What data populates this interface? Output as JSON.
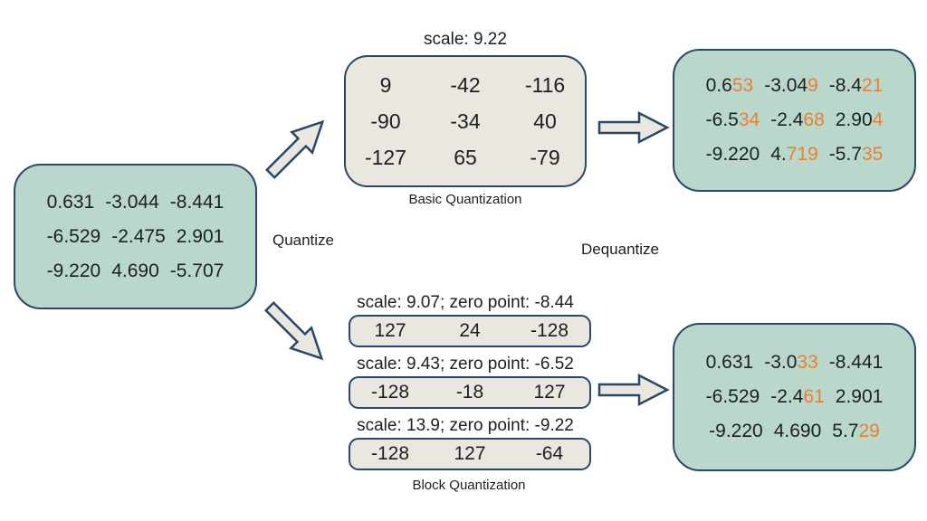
{
  "colors": {
    "green": "#b9d8cb",
    "gray": "#e9e7e0",
    "navy": "#2a4766",
    "orange": "#ed7d31",
    "ink": "#1e1e1e"
  },
  "labels": {
    "quantize": "Quantize",
    "dequantize": "Dequantize",
    "basic_scale": "scale: 9.22",
    "basic_caption": "Basic Quantization",
    "block_caption": "Block Quantization"
  },
  "matrices": {
    "original": [
      [
        [
          {
            "t": "0.631"
          }
        ],
        [
          {
            "t": "-3.044"
          }
        ],
        [
          {
            "t": "-8.441"
          }
        ]
      ],
      [
        [
          {
            "t": "-6.529"
          }
        ],
        [
          {
            "t": "-2.475"
          }
        ],
        [
          {
            "t": "2.901"
          }
        ]
      ],
      [
        [
          {
            "t": "-9.220"
          }
        ],
        [
          {
            "t": "4.690"
          }
        ],
        [
          {
            "t": "-5.707"
          }
        ]
      ]
    ],
    "basic_quantized": [
      [
        [
          {
            "t": "9"
          }
        ],
        [
          {
            "t": "-42"
          }
        ],
        [
          {
            "t": "-116"
          }
        ]
      ],
      [
        [
          {
            "t": "-90"
          }
        ],
        [
          {
            "t": "-34"
          }
        ],
        [
          {
            "t": "40"
          }
        ]
      ],
      [
        [
          {
            "t": "-127"
          }
        ],
        [
          {
            "t": "65"
          }
        ],
        [
          {
            "t": "-79"
          }
        ]
      ]
    ],
    "basic_dequantized": [
      [
        [
          {
            "t": "0.6"
          },
          {
            "t": "53",
            "hl": true
          }
        ],
        [
          {
            "t": "-3.04"
          },
          {
            "t": "9",
            "hl": true
          }
        ],
        [
          {
            "t": "-8.4"
          },
          {
            "t": "21",
            "hl": true
          }
        ]
      ],
      [
        [
          {
            "t": "-6.5"
          },
          {
            "t": "34",
            "hl": true
          }
        ],
        [
          {
            "t": "-2.4"
          },
          {
            "t": "68",
            "hl": true
          }
        ],
        [
          {
            "t": "2.90"
          },
          {
            "t": "4",
            "hl": true
          }
        ]
      ],
      [
        [
          {
            "t": "-9.220"
          }
        ],
        [
          {
            "t": "4."
          },
          {
            "t": "719",
            "hl": true
          }
        ],
        [
          {
            "t": "-5.7"
          },
          {
            "t": "35",
            "hl": true
          }
        ]
      ]
    ],
    "block_dequantized": [
      [
        [
          {
            "t": "0.631"
          }
        ],
        [
          {
            "t": "-3.0"
          },
          {
            "t": "33",
            "hl": true
          }
        ],
        [
          {
            "t": "-8.441"
          }
        ]
      ],
      [
        [
          {
            "t": "-6.529"
          }
        ],
        [
          {
            "t": "-2.4"
          },
          {
            "t": "61",
            "hl": true
          }
        ],
        [
          {
            "t": "2.901"
          }
        ]
      ],
      [
        [
          {
            "t": "-9.220"
          }
        ],
        [
          {
            "t": "4.690"
          }
        ],
        [
          {
            "t": "5.7"
          },
          {
            "t": "29",
            "hl": true
          }
        ]
      ]
    ]
  },
  "blocks": [
    {
      "label": "scale: 9.07; zero point: -8.44",
      "values": [
        [
          [
            {
              "t": "127"
            }
          ],
          [
            {
              "t": "24"
            }
          ],
          [
            {
              "t": "-128"
            }
          ]
        ]
      ]
    },
    {
      "label": "scale: 9.43; zero point: -6.52",
      "values": [
        [
          [
            {
              "t": "-128"
            }
          ],
          [
            {
              "t": "-18"
            }
          ],
          [
            {
              "t": "127"
            }
          ]
        ]
      ]
    },
    {
      "label": "scale: 13.9; zero point: -9.22",
      "values": [
        [
          [
            {
              "t": "-128"
            }
          ],
          [
            {
              "t": "127"
            }
          ],
          [
            {
              "t": "-64"
            }
          ]
        ]
      ]
    }
  ]
}
